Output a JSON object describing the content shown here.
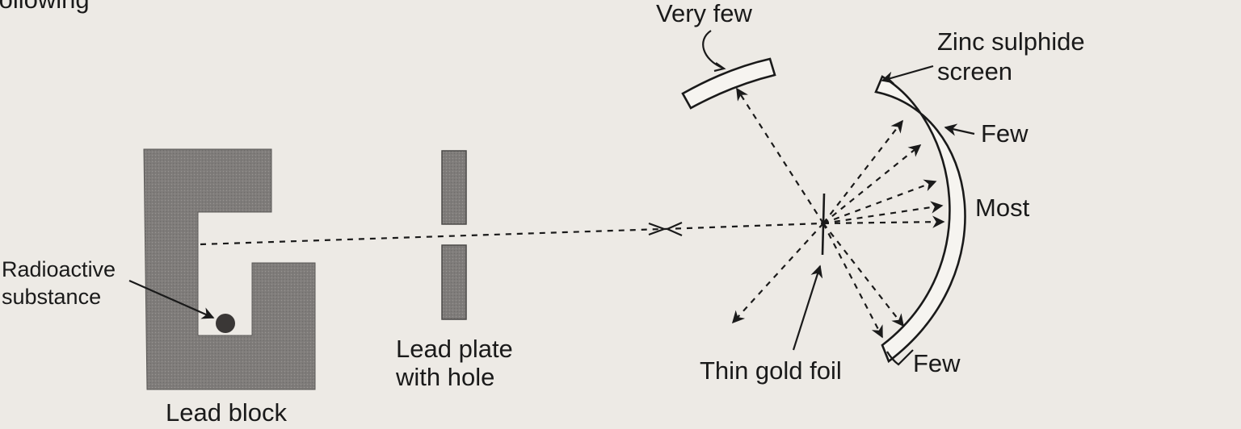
{
  "labels": {
    "top_cut": "following",
    "very_few": "Very few",
    "zinc_screen_line1": "Zinc sulphide",
    "zinc_screen_line2": "screen",
    "few_top": "Few",
    "most": "Most",
    "few_bottom": "Few",
    "radioactive_line1": "Radioactive",
    "radioactive_line2": "substance",
    "lead_block": "Lead block",
    "lead_plate_line1": "Lead plate",
    "lead_plate_line2": "with hole",
    "gold_foil": "Thin gold foil"
  },
  "colors": {
    "lead": "#7d7a78",
    "ink": "#1a1a1a",
    "paper": "#edeae5"
  }
}
